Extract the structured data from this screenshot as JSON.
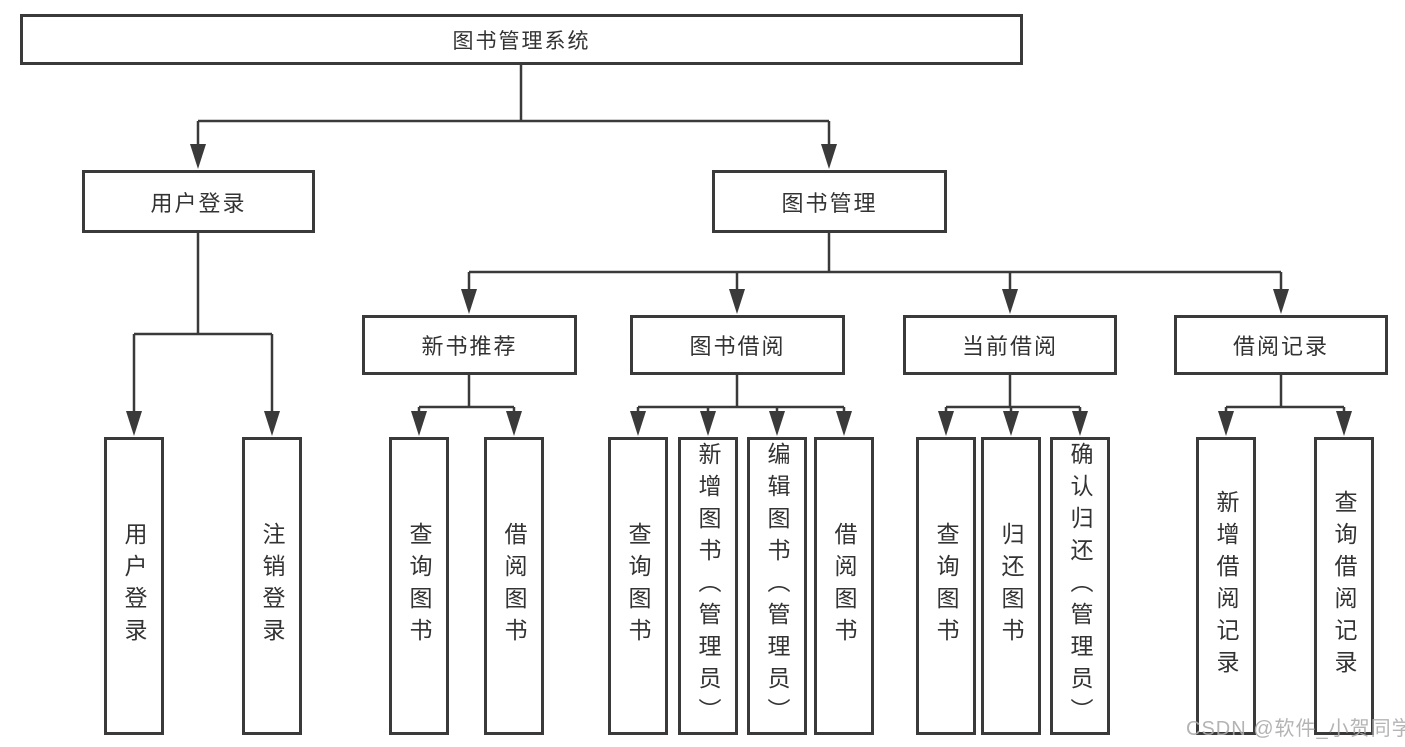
{
  "diagram": {
    "tree": {
      "label": "图书管理系统",
      "children": [
        {
          "label": "用户登录",
          "children": [
            {
              "label": "用户登录"
            },
            {
              "label": "注销登录"
            }
          ]
        },
        {
          "label": "图书管理",
          "children": [
            {
              "label": "新书推荐",
              "children": [
                {
                  "label": "查询图书"
                },
                {
                  "label": "借阅图书"
                }
              ]
            },
            {
              "label": "图书借阅",
              "children": [
                {
                  "label": "查询图书"
                },
                {
                  "label": "新增图书（管理员）"
                },
                {
                  "label": "编辑图书（管理员）"
                },
                {
                  "label": "借阅图书"
                }
              ]
            },
            {
              "label": "当前借阅",
              "children": [
                {
                  "label": "查询图书"
                },
                {
                  "label": "归还图书"
                },
                {
                  "label": "确认归还（管理员）"
                }
              ]
            },
            {
              "label": "借阅记录",
              "children": [
                {
                  "label": "新增借阅记录"
                },
                {
                  "label": "查询借阅记录"
                }
              ]
            }
          ]
        }
      ]
    },
    "colors": {
      "line": "#3a3a3a",
      "text": "#333333",
      "background": "#ffffff",
      "watermark": "#acacac"
    }
  },
  "watermark": {
    "text": "CSDN @软件_小贺同学"
  }
}
